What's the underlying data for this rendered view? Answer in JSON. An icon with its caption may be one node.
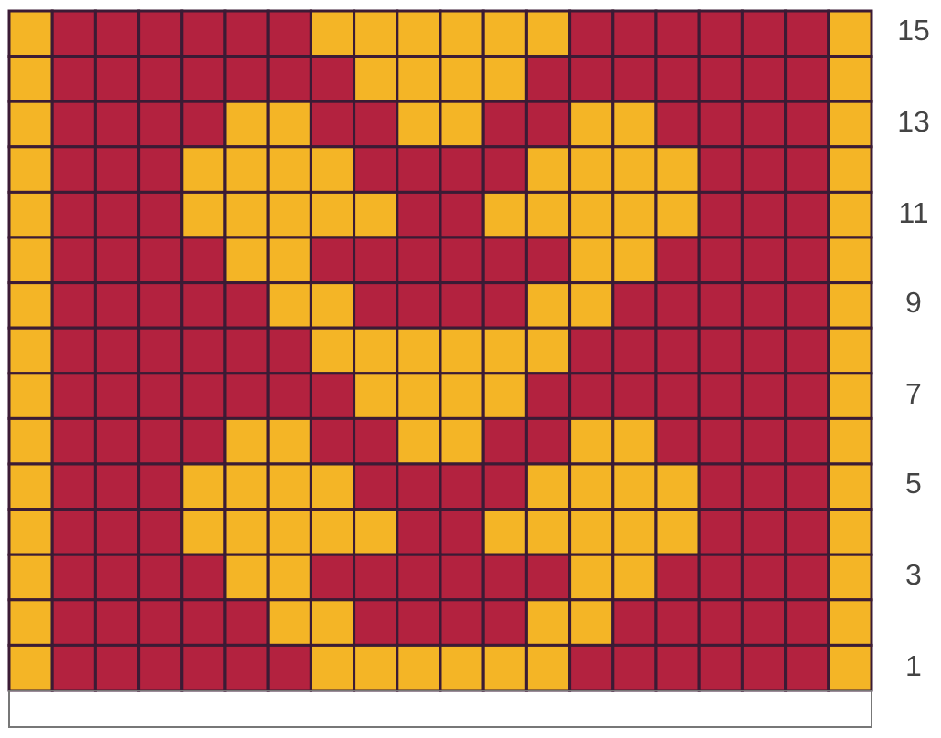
{
  "diagram": {
    "labels": [
      "15",
      "13",
      "11",
      "9",
      "7",
      "5",
      "3",
      "1"
    ]
  }
}
